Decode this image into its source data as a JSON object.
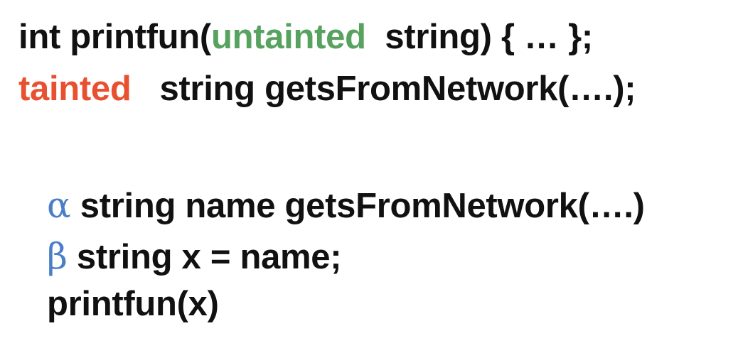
{
  "colors": {
    "untainted": "#56a25e",
    "tainted": "#e8502f",
    "greek_label": "#4a7fc7",
    "text": "#111111",
    "background": "#ffffff"
  },
  "declarations": {
    "line1": {
      "prefix": "int printfun(",
      "qualifier": "untainted",
      "suffix": "  string) { … };"
    },
    "line2": {
      "qualifier": "tainted",
      "suffix": "   string getsFromNetwork(….);"
    }
  },
  "program": {
    "line1": {
      "label": "α",
      "code": " string name getsFromNetwork(….)"
    },
    "line2": {
      "label": "β",
      "code": " string x = name;"
    },
    "line3": {
      "code": "printfun(x)"
    }
  }
}
